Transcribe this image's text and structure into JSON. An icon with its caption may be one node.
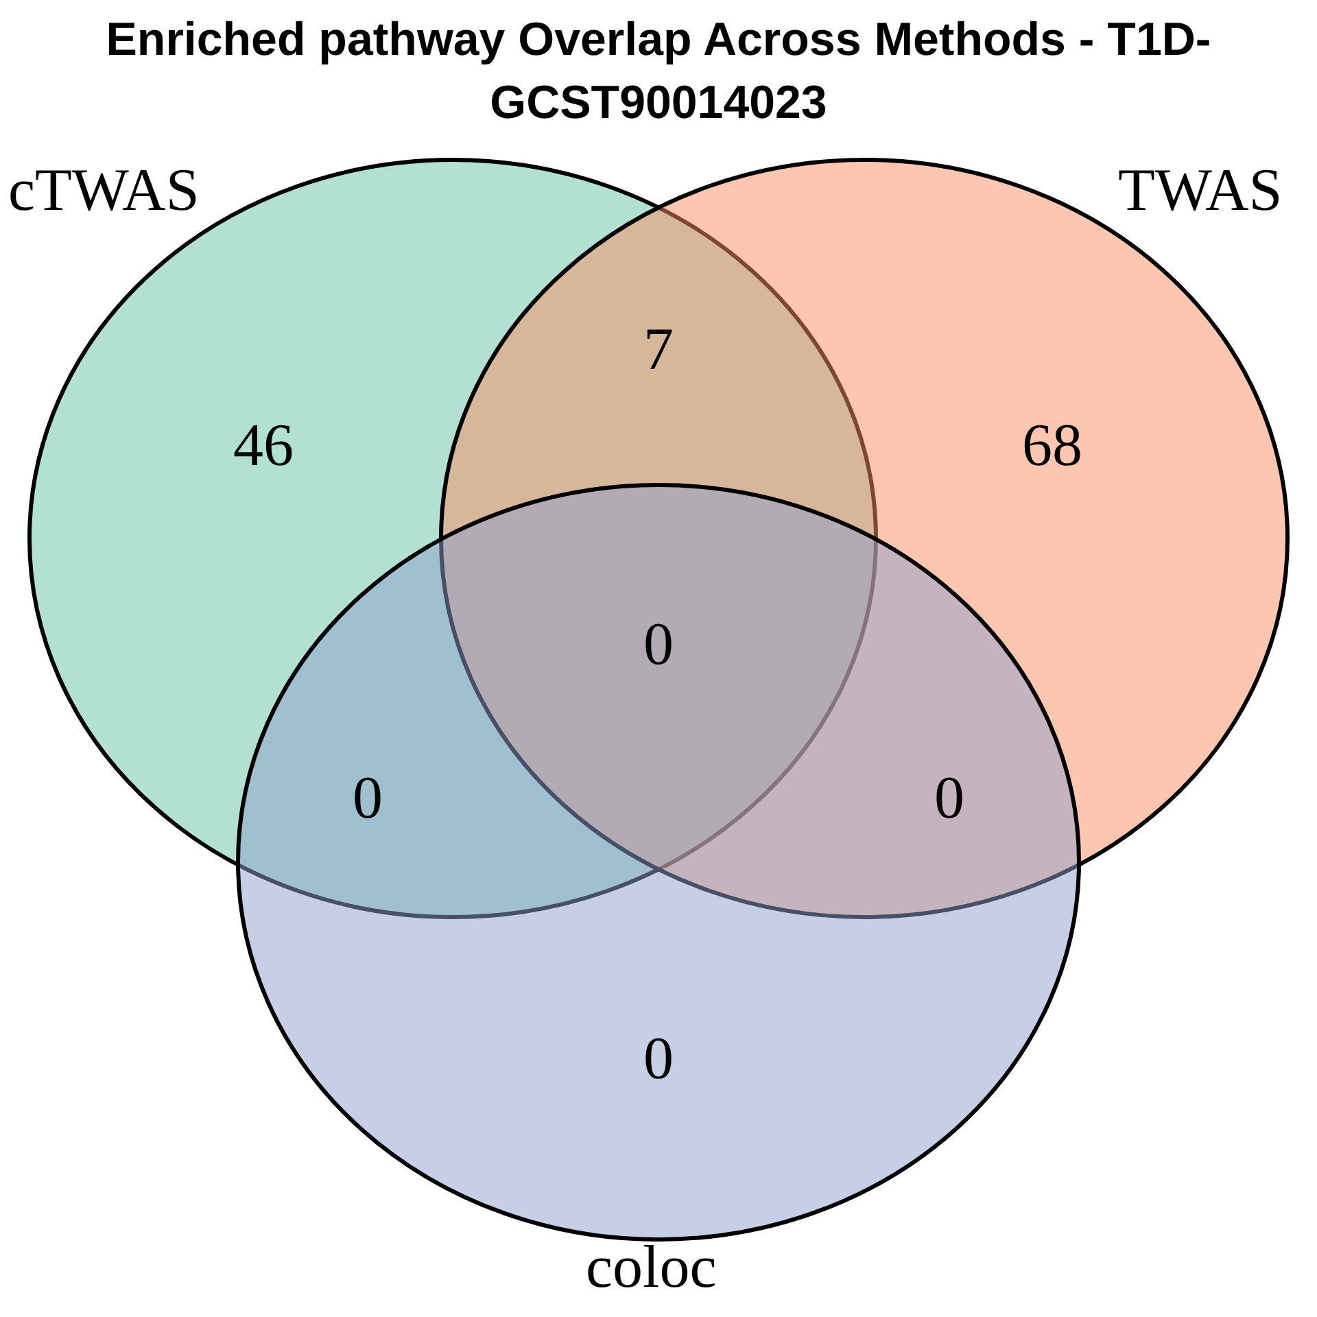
{
  "diagram": {
    "title": "Enriched pathway Overlap Across Methods - T1D-GCST90014023",
    "nodes": [
      {
        "text": [
          "cTWAS"
        ]
      },
      {
        "text": [
          "TWAS"
        ]
      },
      {
        "text": [
          "coloc"
        ]
      }
    ],
    "labels": [
      "7",
      "46",
      "68",
      "0",
      "0",
      "0",
      "0"
    ]
  }
}
